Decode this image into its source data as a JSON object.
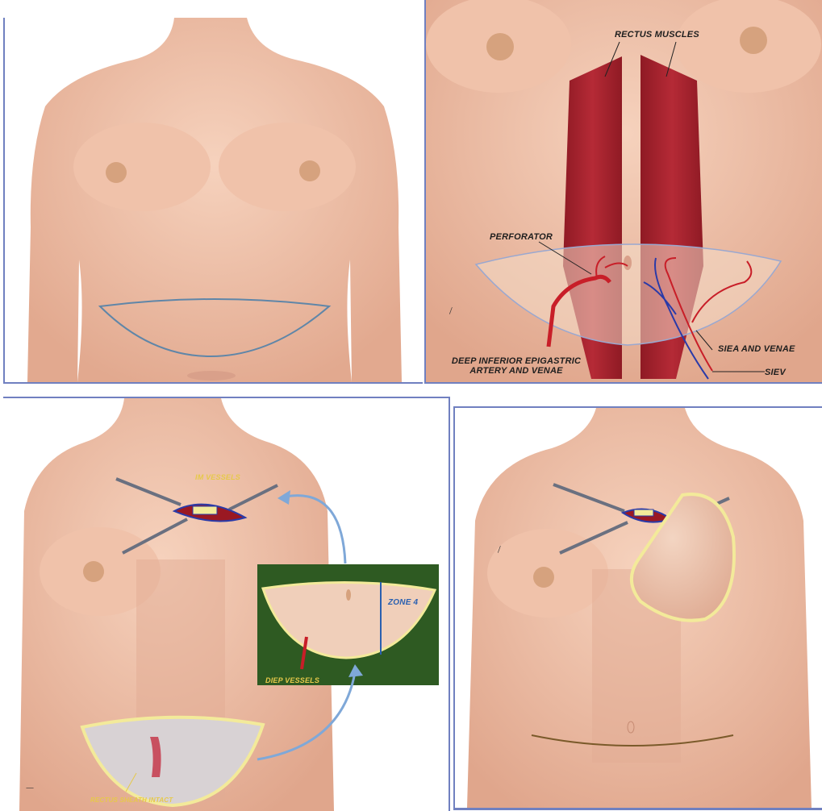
{
  "colors": {
    "skin": "#f2c7b0",
    "skin_shadow": "#d9a08a",
    "muscle": "#a82430",
    "artery": "#c81e28",
    "vein": "#2a3aa8",
    "frame_line": "#7080c0",
    "incision_line": "#5f86a8",
    "flap_rim": "#f3ea9a",
    "inset_bg": "#2e5a22",
    "arrow": "#7fa8d8"
  },
  "panels": {
    "panel_1": {
      "labels": []
    },
    "panel_2": {
      "labels": {
        "rectus_muscles": "RECTUS MUSCLES",
        "perforator": "PERFORATOR",
        "deep_inferior_line1": "DEEP INFERIOR EPIGASTRIC",
        "deep_inferior_line2": "ARTERY AND VENAE",
        "siea": "SIEA AND VENAE",
        "siev": "SIEV"
      }
    },
    "panel_3": {
      "labels": {
        "im_vessels": "IM VESSELS",
        "zone": "ZONE 4",
        "diep_vessels": "DIEP VESSELS",
        "rectus_fascia": "RECTUS SHEATH INTACT"
      }
    },
    "panel_4": {
      "labels": []
    }
  }
}
